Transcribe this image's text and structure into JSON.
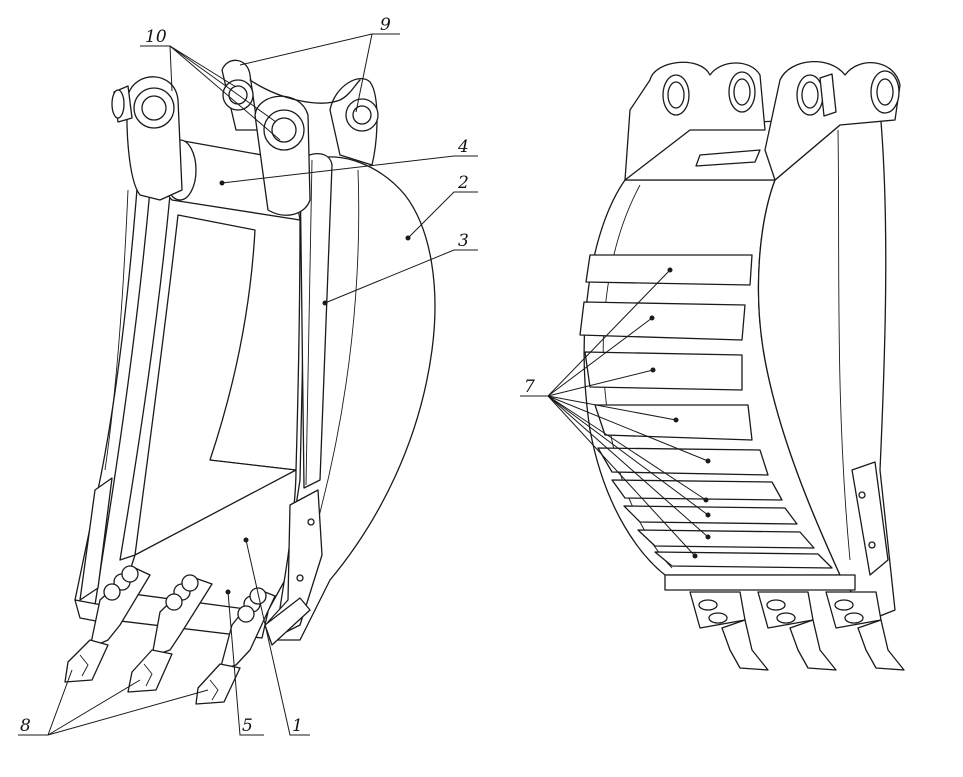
{
  "callouts": {
    "c1": "1",
    "c2": "2",
    "c3": "3",
    "c4": "4",
    "c5": "5",
    "c7": "7",
    "c8": "8",
    "c9": "9",
    "c10": "10"
  }
}
